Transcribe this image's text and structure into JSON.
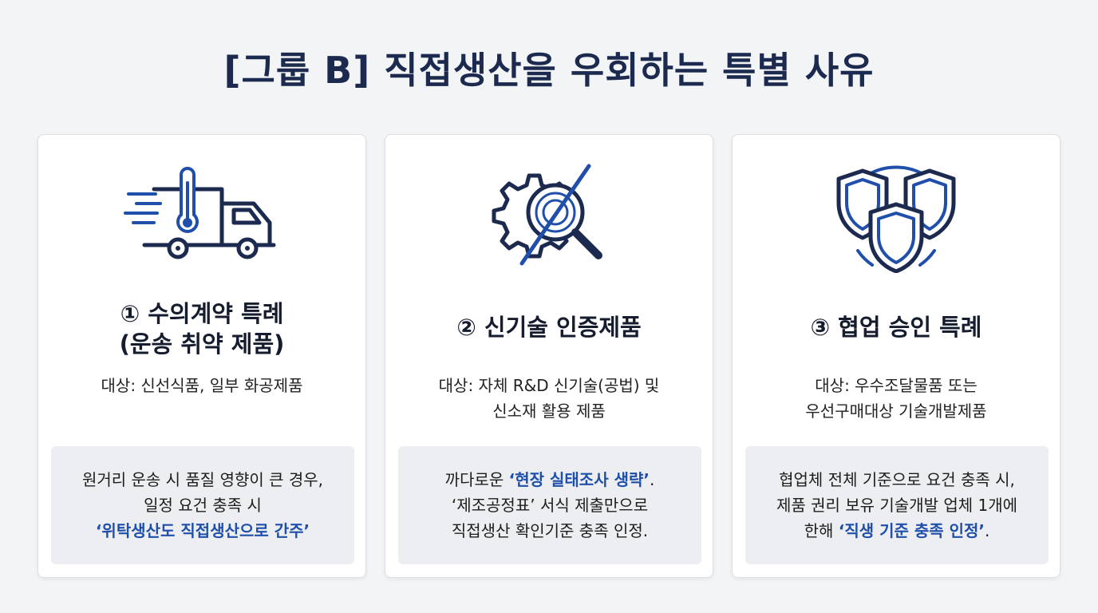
{
  "title": "[그룹 B] 직접생산을 우회하는 특별 사유",
  "accent_color": "#1f4faa",
  "navy_color": "#1b2a4e",
  "cards": [
    {
      "icon": "refrigerated-truck-icon",
      "title_line1": "① 수의계약 특례",
      "title_line2": "(운송 취약 제품)",
      "target_lines": [
        "대상: 신선식품, 일부 화공제품"
      ],
      "desc": {
        "line1": "원거리 운송 시 품질 영향이 큰 경우,",
        "line2": "일정 요건 충족 시",
        "line3_highlight": "‘위탁생산도 직접생산으로 간주’"
      }
    },
    {
      "icon": "gear-magnifier-slash-icon",
      "title_line1": "② 신기술 인증제품",
      "target_lines": [
        "대상: 자체 R&D 신기술(공법) 및",
        "신소재 활용 제품"
      ],
      "desc": {
        "line1_prefix": "까다로운 ",
        "line1_highlight": "‘현장 실태조사 생략’",
        "line1_suffix": ".",
        "line2": "‘제조공정표’ 서식 제출만으로",
        "line3": "직접생산 확인기준 충족 인정."
      }
    },
    {
      "icon": "three-shields-icon",
      "title_line1": "③ 협업 승인 특례",
      "target_lines": [
        "대상: 우수조달물품 또는",
        "우선구매대상 기술개발제품"
      ],
      "desc": {
        "line1": "협업체 전체 기준으로 요건 충족 시,",
        "line2": "제품 권리 보유 기술개발 업체 1개에",
        "line3_prefix": "한해 ",
        "line3_highlight": "‘직생 기준 충족 인정’",
        "line3_suffix": "."
      }
    }
  ]
}
